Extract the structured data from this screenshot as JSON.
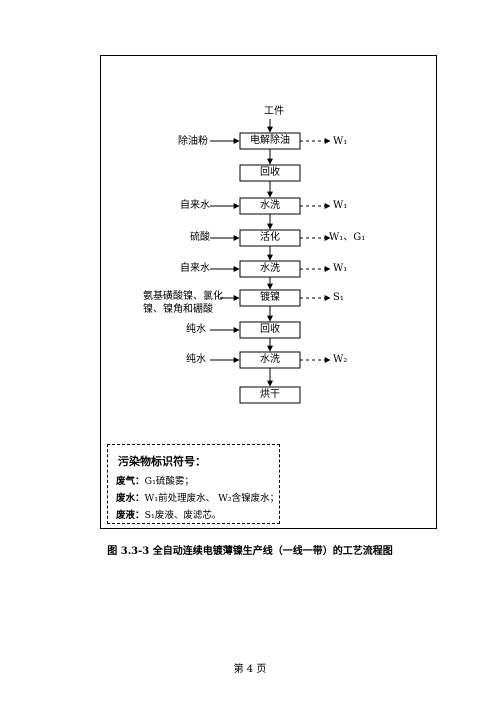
{
  "input_label": "工件",
  "steps": [
    {
      "id": "s1",
      "label": "电解除油",
      "left_input": "除油粉",
      "output": "W₁"
    },
    {
      "id": "s2",
      "label": "回收",
      "left_input": "",
      "output": ""
    },
    {
      "id": "s3",
      "label": "水洗",
      "left_input": "自来水",
      "output": "W₁"
    },
    {
      "id": "s4",
      "label": "活化",
      "left_input": "硫酸",
      "output": "W₁、G₁"
    },
    {
      "id": "s5",
      "label": "水洗",
      "left_input": "自来水",
      "output": "W₁"
    },
    {
      "id": "s6",
      "label": "镀镍",
      "left_input": "氨基磺酸镍、氯化镍、镍角和硼酸",
      "output": "S₁"
    },
    {
      "id": "s7",
      "label": "回收",
      "left_input": "纯水",
      "output": ""
    },
    {
      "id": "s8",
      "label": "水洗",
      "left_input": "纯水",
      "output": "W₂"
    },
    {
      "id": "s9",
      "label": "烘干",
      "left_input": "",
      "output": ""
    }
  ],
  "legend": {
    "title": "污染物标识符号：",
    "gas_label": "废气：",
    "gas_text": "G₁硫酸雾；",
    "water_label": "废水：",
    "water_text": "W₁前处理废水、  W₂含镍废水；",
    "liquid_label": "废液：",
    "liquid_text": "S₁废液、废滤芯。"
  },
  "caption": "图 3.3-3  全自动连续电镀薄镍生产线（一线一带）的工艺流程图",
  "page_number": "第 4 页"
}
